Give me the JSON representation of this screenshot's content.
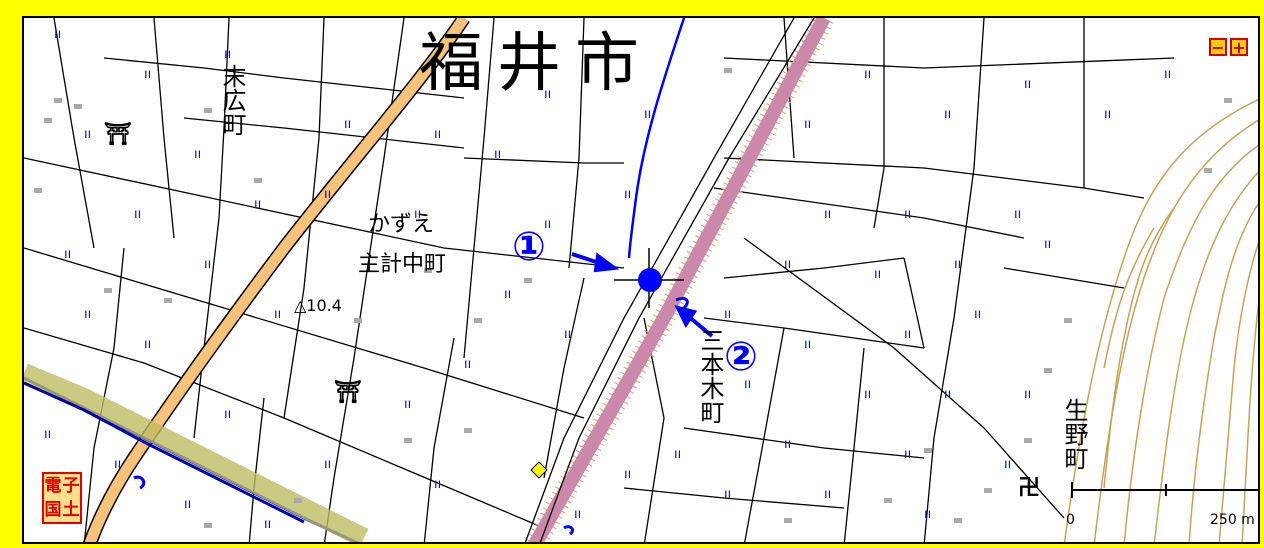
{
  "map": {
    "place_labels": {
      "city": "福井市",
      "suehiro": "末広町",
      "kazue_reading": "かずえ",
      "kazue": "主計中町",
      "sanbongi": "三本木町",
      "shono": "生野町"
    },
    "elevation": "△10.4",
    "markers": {
      "one": "①",
      "two": "②"
    },
    "zoom": {
      "out_label": "−",
      "in_label": "+"
    },
    "logo_chars": [
      "電",
      "子",
      "国",
      "土"
    ],
    "scale": {
      "zero": "0",
      "max": "250 m"
    },
    "symbols": {
      "shrine": "⛩",
      "temple": "卍"
    },
    "colors": {
      "frame": "#ffff00",
      "rail": "#cc88aa",
      "road_main": "#f7c27a",
      "water": "#0000ff",
      "contour": "#c9a25a",
      "marker": "#0000ff"
    }
  }
}
